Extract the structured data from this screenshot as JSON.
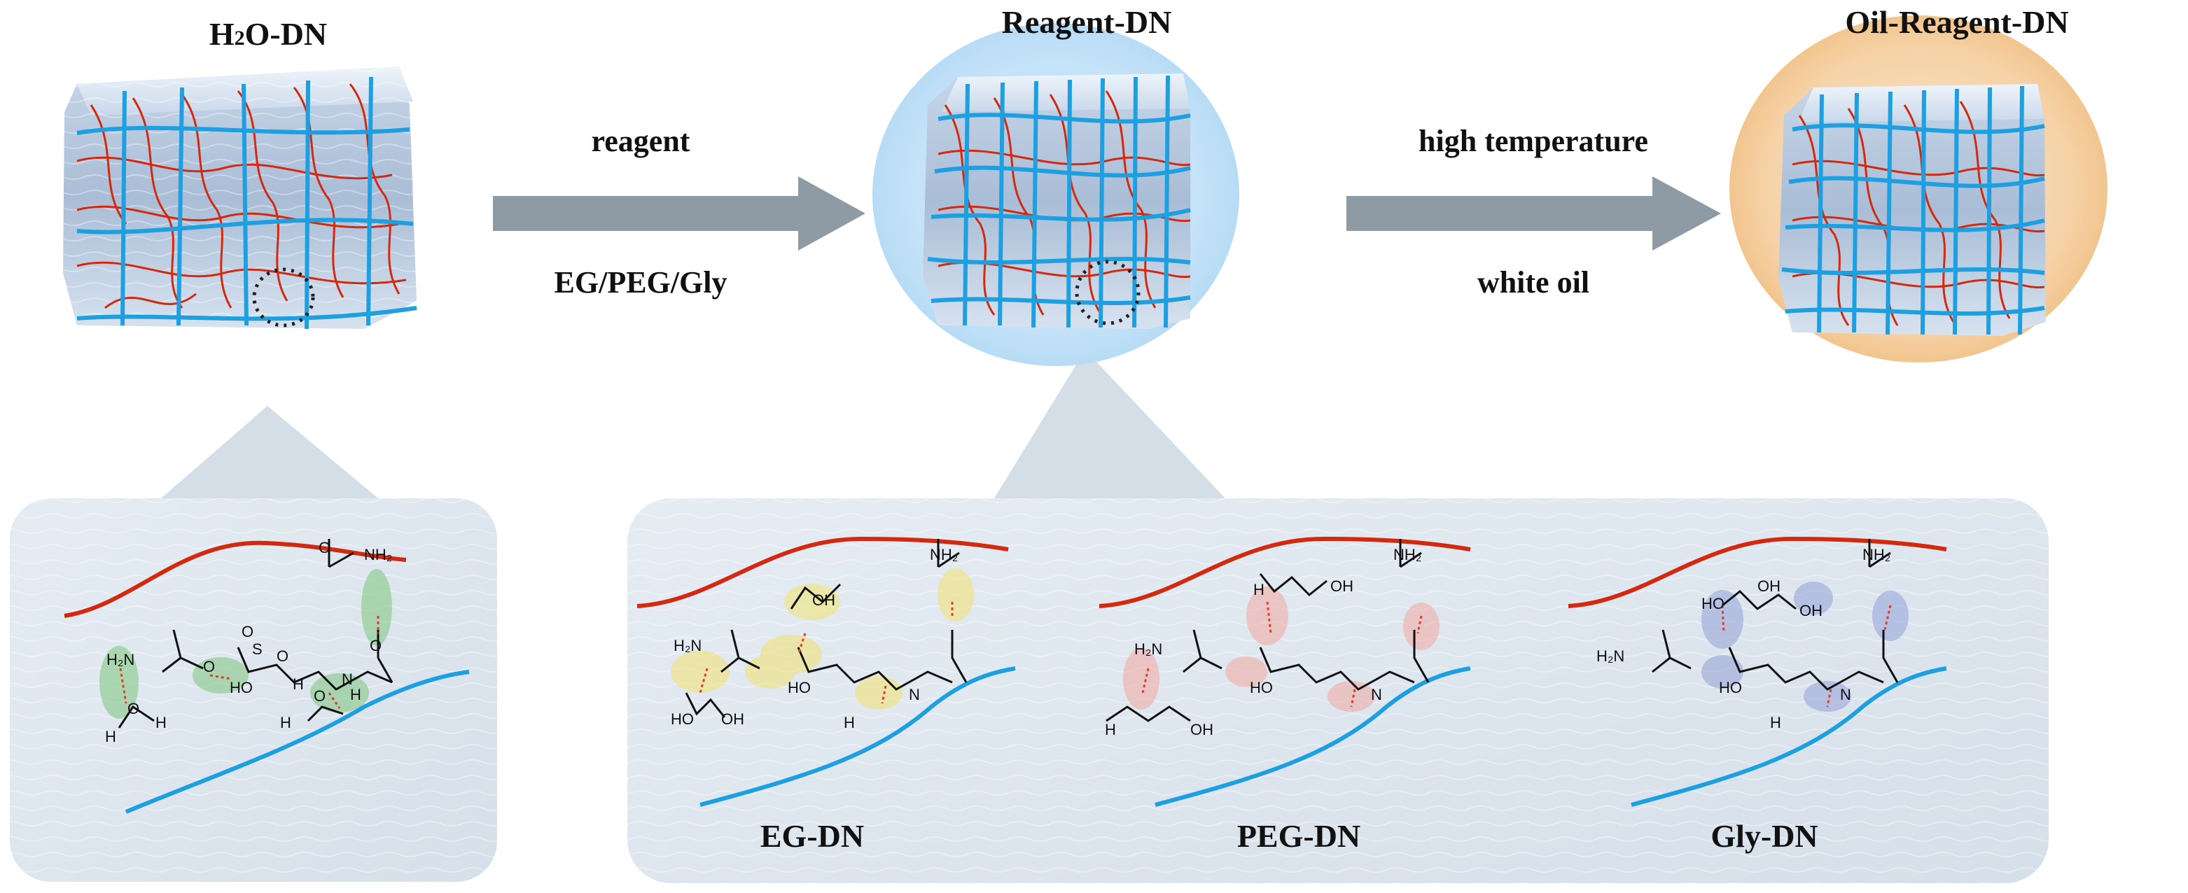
{
  "stages": {
    "h2o": {
      "title_main": "H",
      "title_sub": "2",
      "title_rest": "O-DN"
    },
    "reagent": {
      "title": "Reagent-DN"
    },
    "oil": {
      "title": "Oil-Reagent-DN"
    }
  },
  "arrows": {
    "first": {
      "top": "reagent",
      "bottom": "EG/PEG/Gly"
    },
    "second": {
      "top": "high temperature",
      "bottom": "white oil"
    }
  },
  "samples": [
    {
      "label": "EG-DN"
    },
    {
      "label": "PEG-DN"
    },
    {
      "label": "Gly-DN"
    }
  ],
  "colors": {
    "network_blue": "#1e9fe0",
    "network_red": "#d22a10",
    "arrow_gray": "#8e9ba5",
    "h2o_highlight": "#7cc47a",
    "eg_highlight": "#f2e27a",
    "peg_highlight": "#f2a8a0",
    "gly_highlight": "#9aa6d8"
  }
}
